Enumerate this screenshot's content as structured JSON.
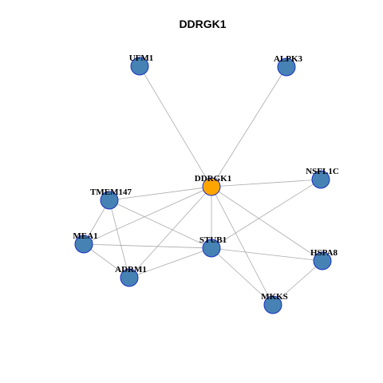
{
  "figure": {
    "title": "DDRGK1",
    "background": "#ffffff",
    "edge_color": "#aaaaaa",
    "node_stroke_color": "#1a2fc8",
    "hub_color": "#ffa500",
    "node_color": "#4682b4"
  },
  "graph": {
    "nodes": [
      {
        "id": "DDRGK1",
        "label": "DDRGK1",
        "role": "hub"
      },
      {
        "id": "UFM1",
        "label": "UFM1",
        "role": "neighbor"
      },
      {
        "id": "ALPK3",
        "label": "ALPK3",
        "role": "neighbor"
      },
      {
        "id": "NSFL1C",
        "label": "NSFL1C",
        "role": "neighbor"
      },
      {
        "id": "TMEM147",
        "label": "TMEM147",
        "role": "neighbor"
      },
      {
        "id": "MEA1",
        "label": "MEA1",
        "role": "neighbor"
      },
      {
        "id": "STUB1",
        "label": "STUB1",
        "role": "neighbor"
      },
      {
        "id": "ADRM1",
        "label": "ADRM1",
        "role": "neighbor"
      },
      {
        "id": "HSPA8",
        "label": "HSPA8",
        "role": "neighbor"
      },
      {
        "id": "MKKS",
        "label": "MKKS",
        "role": "neighbor"
      }
    ],
    "edges": [
      [
        "DDRGK1",
        "UFM1"
      ],
      [
        "DDRGK1",
        "ALPK3"
      ],
      [
        "DDRGK1",
        "NSFL1C"
      ],
      [
        "DDRGK1",
        "TMEM147"
      ],
      [
        "DDRGK1",
        "MEA1"
      ],
      [
        "DDRGK1",
        "STUB1"
      ],
      [
        "DDRGK1",
        "ADRM1"
      ],
      [
        "DDRGK1",
        "HSPA8"
      ],
      [
        "DDRGK1",
        "MKKS"
      ],
      [
        "TMEM147",
        "MEA1"
      ],
      [
        "TMEM147",
        "ADRM1"
      ],
      [
        "TMEM147",
        "STUB1"
      ],
      [
        "MEA1",
        "ADRM1"
      ],
      [
        "MEA1",
        "STUB1"
      ],
      [
        "ADRM1",
        "STUB1"
      ],
      [
        "STUB1",
        "NSFL1C"
      ],
      [
        "STUB1",
        "HSPA8"
      ],
      [
        "STUB1",
        "MKKS"
      ],
      [
        "HSPA8",
        "MKKS"
      ]
    ]
  }
}
